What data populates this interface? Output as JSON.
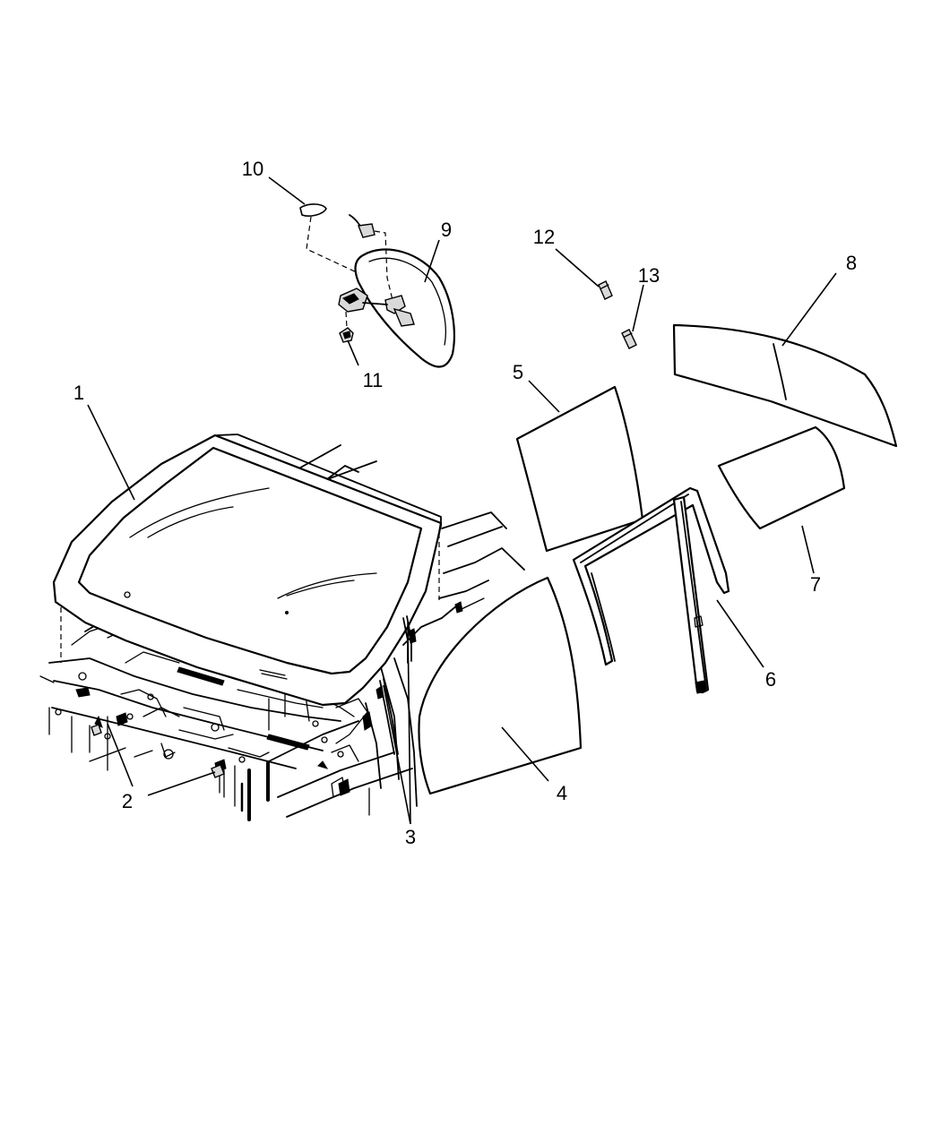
{
  "callouts": [
    {
      "id": "1",
      "label": "1"
    },
    {
      "id": "2",
      "label": "2"
    },
    {
      "id": "3",
      "label": "3"
    },
    {
      "id": "4",
      "label": "4"
    },
    {
      "id": "5",
      "label": "5"
    },
    {
      "id": "6",
      "label": "6"
    },
    {
      "id": "7",
      "label": "7"
    },
    {
      "id": "8",
      "label": "8"
    },
    {
      "id": "9",
      "label": "9"
    },
    {
      "id": "10",
      "label": "10"
    },
    {
      "id": "11",
      "label": "11"
    },
    {
      "id": "12",
      "label": "12"
    },
    {
      "id": "13",
      "label": "13"
    }
  ],
  "colors": {
    "line": "#000000",
    "background": "#ffffff",
    "shade": "#d9d9d9"
  }
}
